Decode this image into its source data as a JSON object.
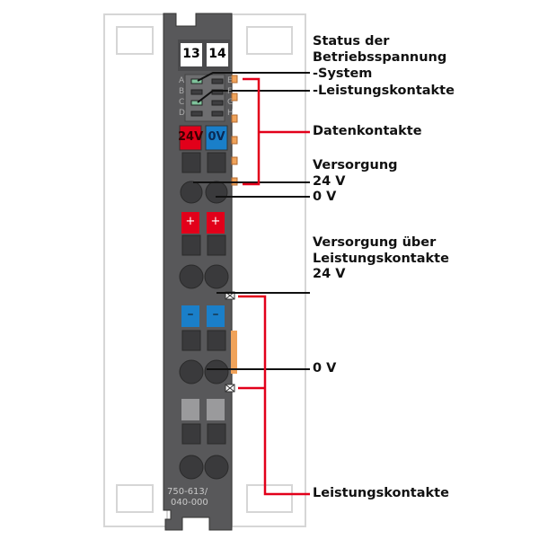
{
  "module": {
    "terminal_numbers": [
      "13",
      "14"
    ],
    "led_letters_left": [
      "A",
      "B",
      "C",
      "D"
    ],
    "led_letters_right": [
      "E",
      "F",
      "G",
      "H"
    ],
    "supply_labels": [
      "24V",
      "0V"
    ],
    "plus": [
      "+",
      "+"
    ],
    "minus": [
      "–",
      "–"
    ],
    "part_number_line1": "750-613/",
    "part_number_line2": "040-000"
  },
  "labels": {
    "status_line1": "Status der",
    "status_line2": "Betriebsspannung",
    "system": "-System",
    "leistungskontakte_led": "-Leistungskontakte",
    "datenkontakte": "Datenkontakte",
    "versorgung": "Versorgung",
    "v24": "24 V",
    "v0": "0 V",
    "versorgung_ueber": "Versorgung über",
    "leistungskontakte2": "Leistungskontakte",
    "v24b": "24 V",
    "v0b": "0 V",
    "leistungskontakte_bottom": "Leistungskontakte"
  },
  "colors": {
    "red": "#e2001a",
    "blue": "#1a7fc9",
    "body": "#58585a",
    "led_green": "#7fc29b",
    "orange": "#f0a35a"
  }
}
